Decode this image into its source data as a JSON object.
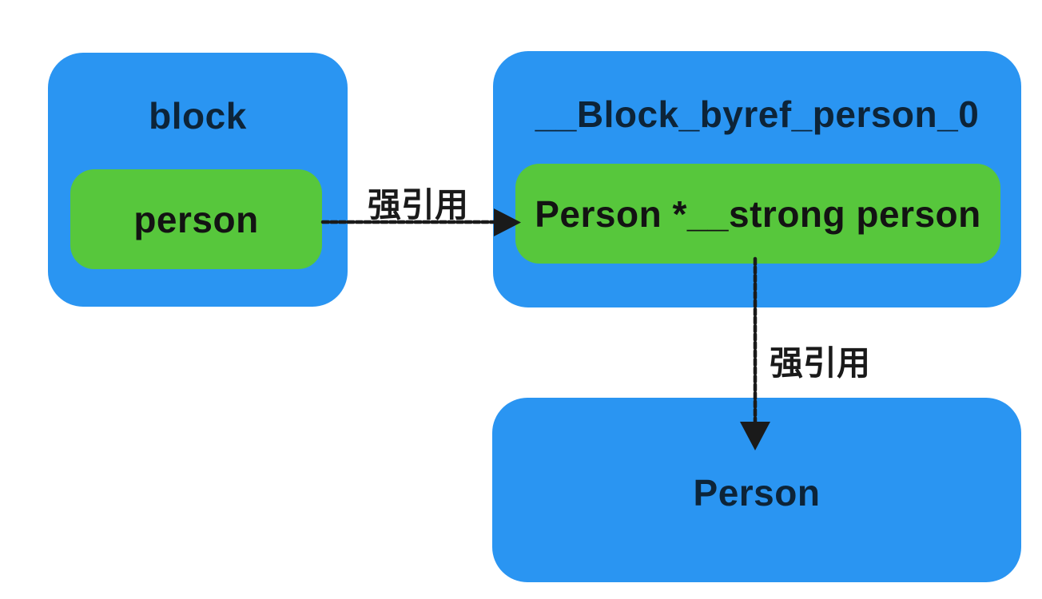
{
  "colors": {
    "box_blue": "#2a95f2",
    "box_green": "#57c73c",
    "text_dark": "#0d2438",
    "text_black": "#131313",
    "arrow_ink": "#1a1a1a",
    "canvas_bg": "#ffffff"
  },
  "boxes": {
    "block": {
      "title": "block",
      "variable": "person"
    },
    "byref": {
      "title": "__Block_byref_person_0",
      "variable": "Person *__strong person"
    },
    "person": {
      "title": "Person"
    }
  },
  "arrows": {
    "block_to_byref": {
      "label": "强引用",
      "direction": "right",
      "style": "dashed-strong-reference"
    },
    "byref_to_person": {
      "label": "强引用",
      "direction": "down",
      "style": "dashed-strong-reference"
    }
  }
}
